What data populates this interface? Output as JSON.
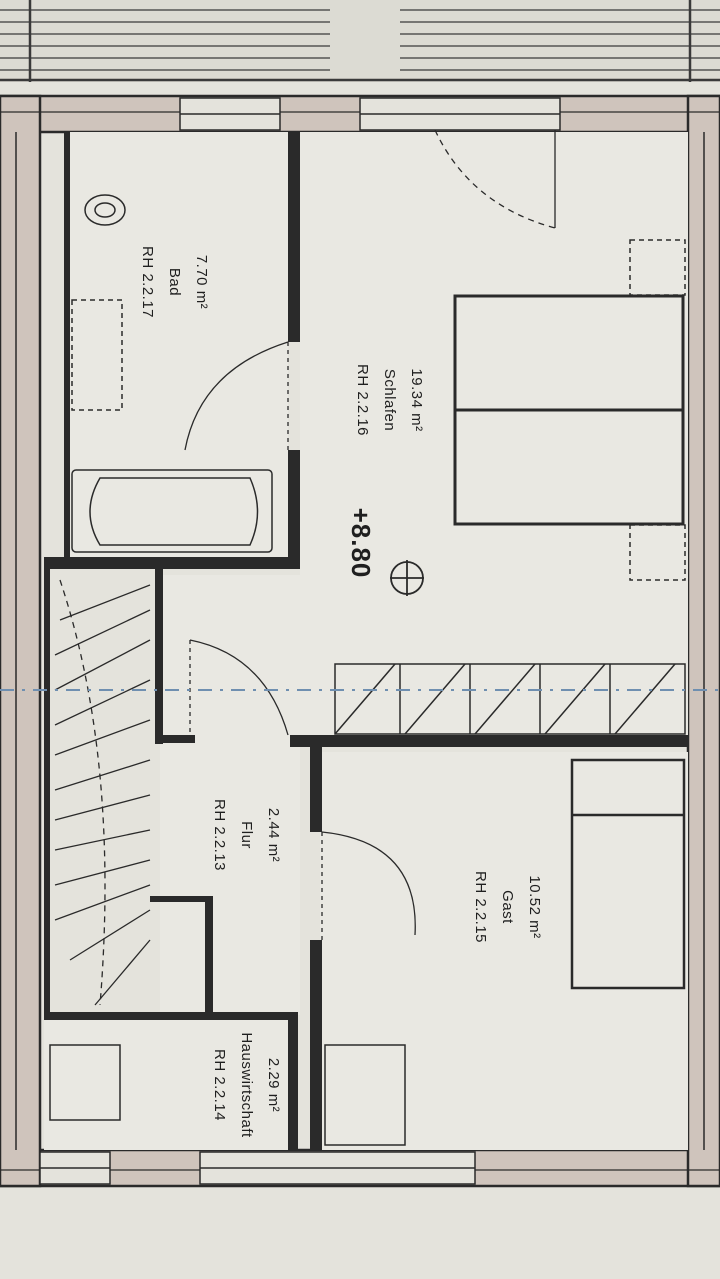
{
  "plan": {
    "level": "+8.80",
    "paper_color": "#e4e3dc",
    "wall_color": "#2a2a2a",
    "axis_color": "#6f8fb0",
    "rooms": [
      {
        "id": "RH 2.2.17",
        "name": "Bad",
        "area": "7.70 m²"
      },
      {
        "id": "RH 2.2.16",
        "name": "Schlafen",
        "area": "19.34 m²"
      },
      {
        "id": "RH 2.2.13",
        "name": "Flur",
        "area": "2.44 m²"
      },
      {
        "id": "RH 2.2.15",
        "name": "Gast",
        "area": "10.52 m²"
      },
      {
        "id": "RH 2.2.14",
        "name": "Hauswirtschaft",
        "area": "2.29 m²"
      }
    ]
  }
}
